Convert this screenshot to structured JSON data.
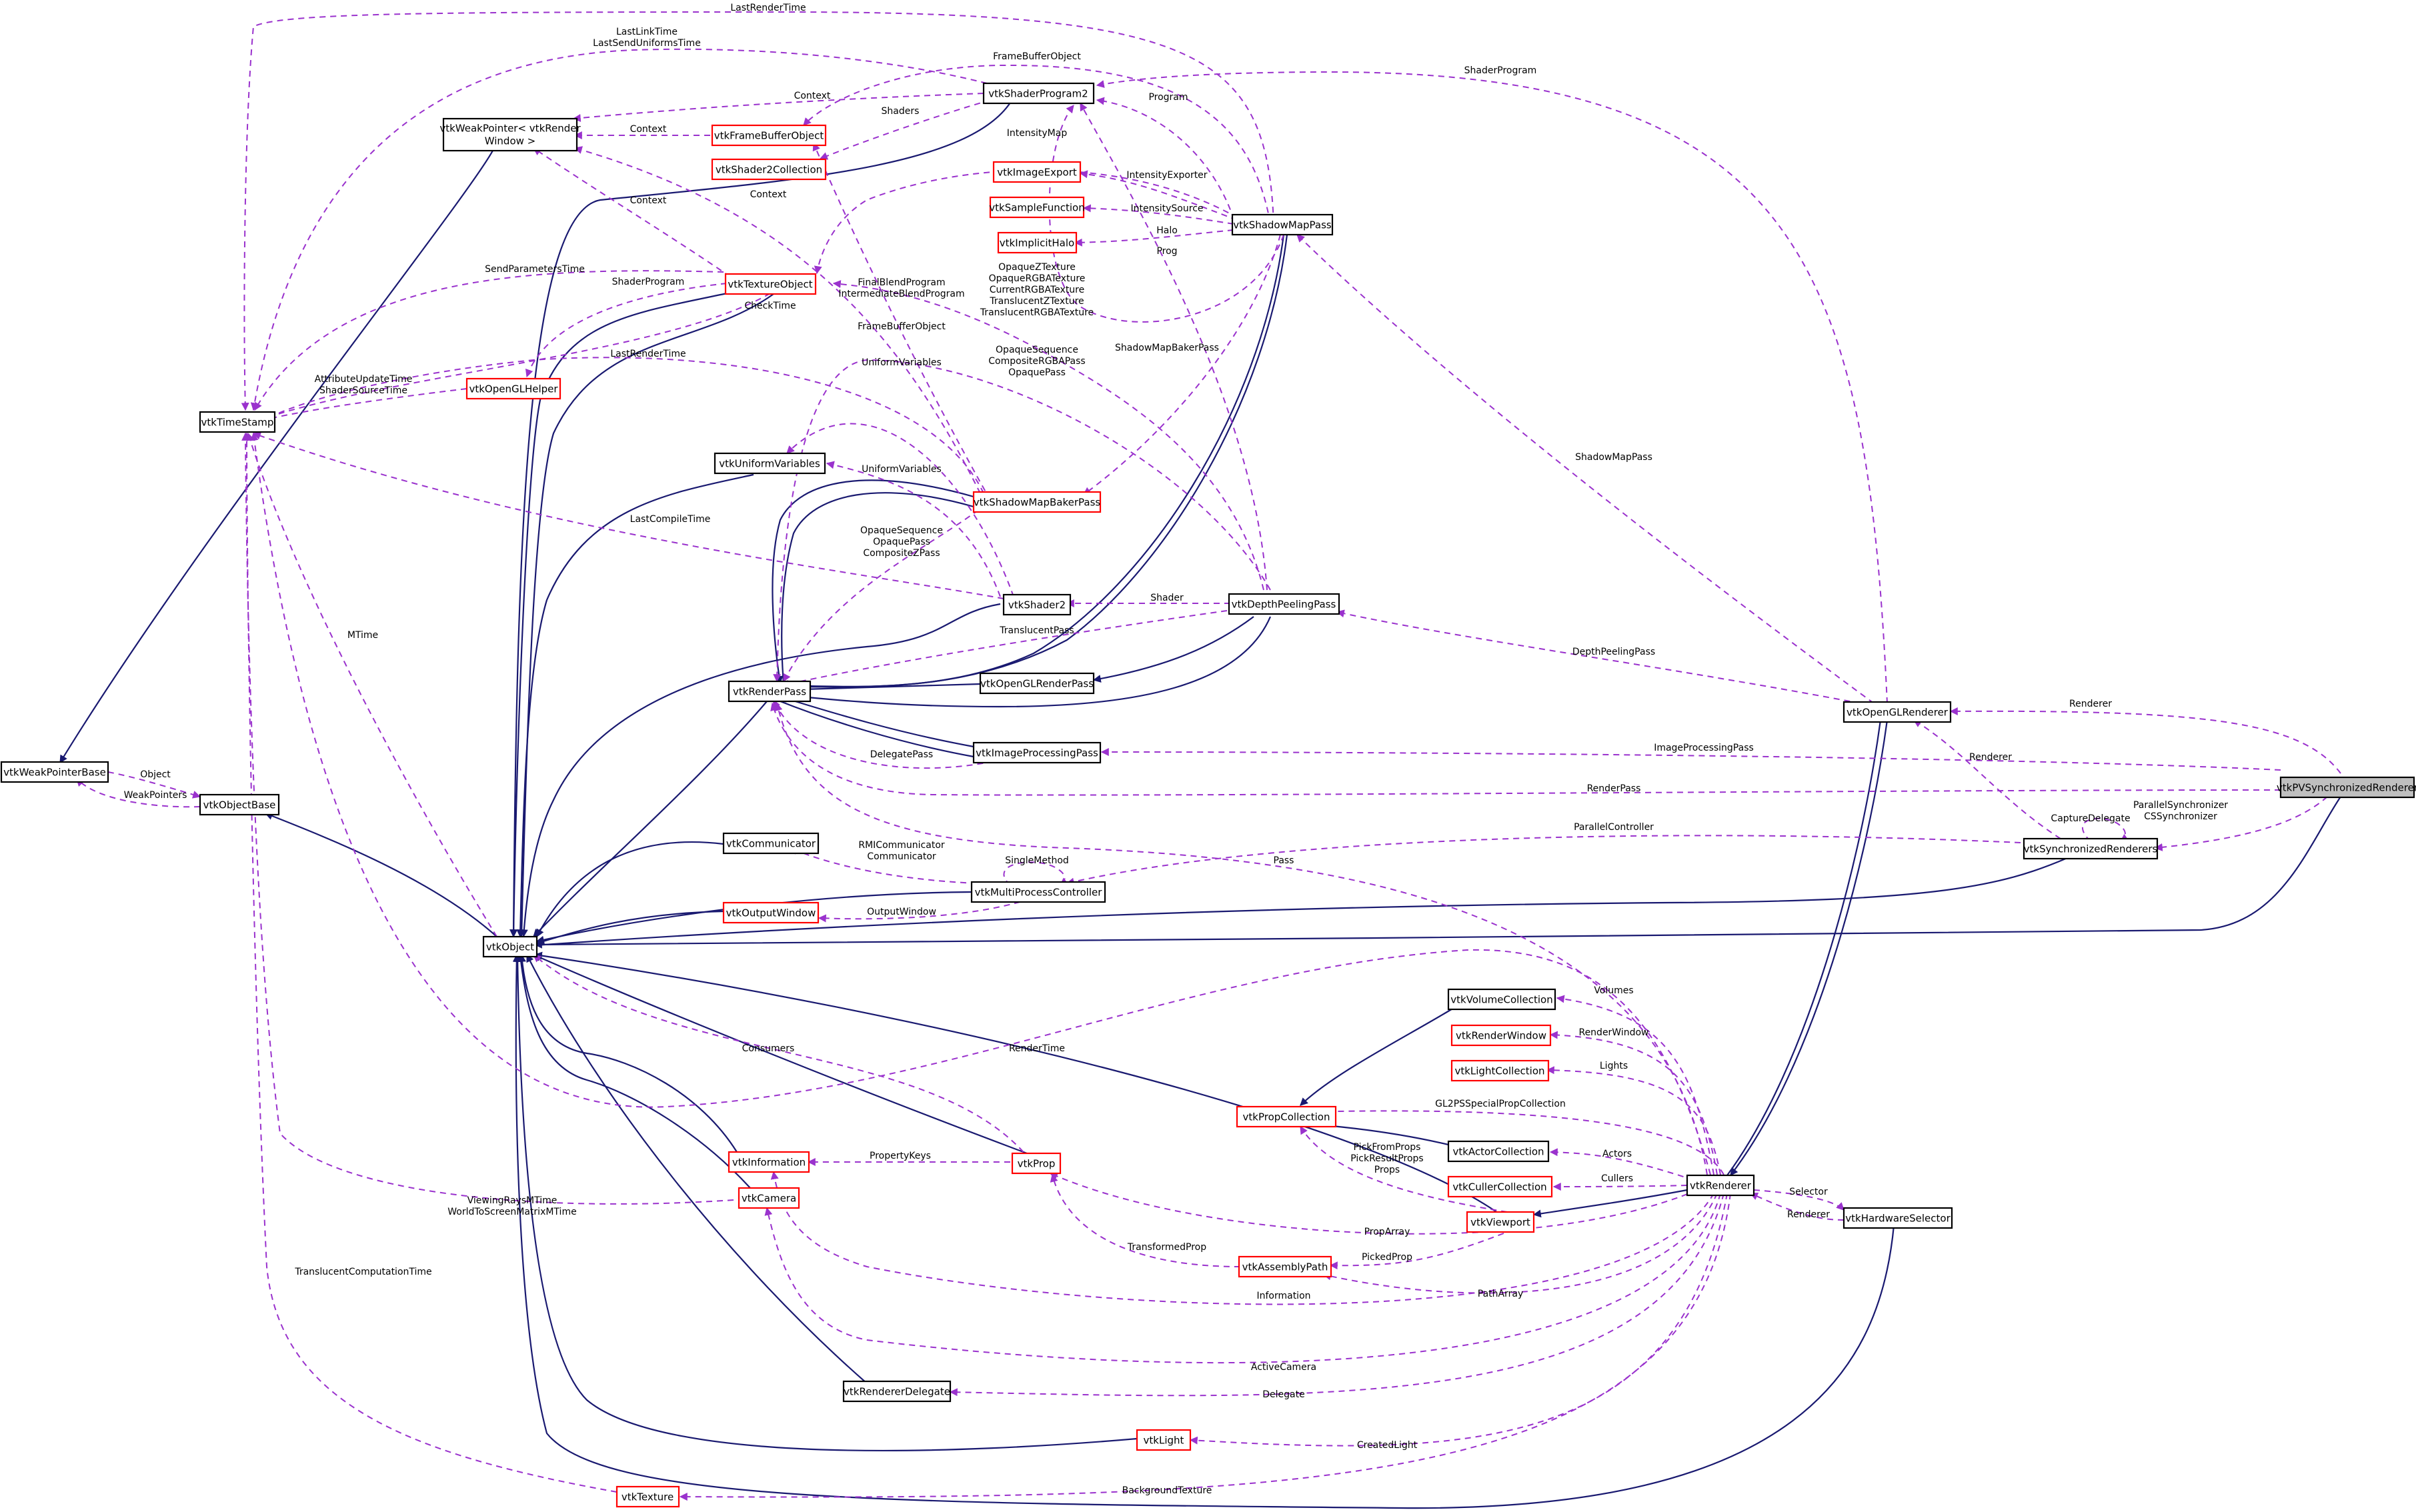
{
  "colors": {
    "inheritance": "#191970",
    "usage": "#9a32cd",
    "class_border": "#000000",
    "undocumented_border": "#ff0000",
    "highlight_fill": "#bfbfbf"
  },
  "nodes": {
    "vtkPVSynchronizedRenderer": "vtkPVSynchronizedRenderer",
    "vtkOpenGLRenderer": "vtkOpenGLRenderer",
    "vtkRenderer": "vtkRenderer",
    "vtkSynchronizedRenderers": "vtkSynchronizedRenderers",
    "vtkHardwareSelector": "vtkHardwareSelector",
    "vtkObject": "vtkObject",
    "vtkObjectBase": "vtkObjectBase",
    "vtkWeakPointerBase": "vtkWeakPointerBase",
    "vtkTimeStamp": "vtkTimeStamp",
    "vtkWeakPointerRenderWindow_1": "vtkWeakPointer< vtkRender",
    "vtkWeakPointerRenderWindow_2": "Window >",
    "vtkFrameBufferObject": "vtkFrameBufferObject",
    "vtkShader2Collection": "vtkShader2Collection",
    "vtkShaderProgram2": "vtkShaderProgram2",
    "vtkTextureObject": "vtkTextureObject",
    "vtkOpenGLHelper": "vtkOpenGLHelper",
    "vtkUniformVariables": "vtkUniformVariables",
    "vtkImageExport": "vtkImageExport",
    "vtkSampleFunction": "vtkSampleFunction",
    "vtkImplicitHalo": "vtkImplicitHalo",
    "vtkShadowMapPass": "vtkShadowMapPass",
    "vtkShadowMapBakerPass": "vtkShadowMapBakerPass",
    "vtkShader2": "vtkShader2",
    "vtkDepthPeelingPass": "vtkDepthPeelingPass",
    "vtkRenderPass": "vtkRenderPass",
    "vtkOpenGLRenderPass": "vtkOpenGLRenderPass",
    "vtkImageProcessingPass": "vtkImageProcessingPass",
    "vtkCommunicator": "vtkCommunicator",
    "vtkMultiProcessController": "vtkMultiProcessController",
    "vtkOutputWindow": "vtkOutputWindow",
    "vtkVolumeCollection": "vtkVolumeCollection",
    "vtkRenderWindow": "vtkRenderWindow",
    "vtkLightCollection": "vtkLightCollection",
    "vtkPropCollection": "vtkPropCollection",
    "vtkActorCollection": "vtkActorCollection",
    "vtkCullerCollection": "vtkCullerCollection",
    "vtkViewport": "vtkViewport",
    "vtkInformation": "vtkInformation",
    "vtkProp": "vtkProp",
    "vtkCamera": "vtkCamera",
    "vtkAssemblyPath": "vtkAssemblyPath",
    "vtkRendererDelegate": "vtkRendererDelegate",
    "vtkLight": "vtkLight",
    "vtkTexture": "vtkTexture"
  },
  "labels": {
    "LastRenderTime_top": "LastRenderTime",
    "LastLinkTime": "LastLinkTime",
    "LastSendUniformsTime": "LastSendUniformsTime",
    "FrameBufferObject_top": "FrameBufferObject",
    "ShaderProgram_top": "ShaderProgram",
    "Context_1": "Context",
    "Context_2": "Context",
    "Context_3": "Context",
    "Context_4": "Context",
    "Shaders": "Shaders",
    "Program": "Program",
    "IntensityMap": "IntensityMap",
    "IntensityExporter": "IntensityExporter",
    "IntensitySource": "IntensitySource",
    "Halo": "Halo",
    "Prog": "Prog",
    "SendParametersTime": "SendParametersTime",
    "ShaderProgram_mid": "ShaderProgram",
    "CheckTime": "CheckTime",
    "OpaqueZTexture": "OpaqueZTexture",
    "OpaqueRGBATexture": "OpaqueRGBATexture",
    "CurrentRGBATexture": "CurrentRGBATexture",
    "TranslucentZTexture": "TranslucentZTexture",
    "TranslucentRGBATexture": "TranslucentRGBATexture",
    "FinalBlendProgram": "FinalBlendProgram",
    "IntermediateBlendProgram": "IntermediateBlendProgram",
    "FrameBufferObject_mid": "FrameBufferObject",
    "ShadowMapBakerPass": "ShadowMapBakerPass",
    "LastRenderTime_mid": "LastRenderTime",
    "UniformVariables_1": "UniformVariables",
    "OpaqueSequence_1": "OpaqueSequence",
    "CompositeRGBAPass": "CompositeRGBAPass",
    "OpaquePass_1": "OpaquePass",
    "AttributeUpdateTime": "AttributeUpdateTime",
    "ShaderSourceTime": "ShaderSourceTime",
    "UniformVariables_2": "UniformVariables",
    "ShadowMapPass": "ShadowMapPass",
    "LastCompileTime": "LastCompileTime",
    "OpaqueSequence_2": "OpaqueSequence",
    "OpaquePass_2": "OpaquePass",
    "CompositeZPass": "CompositeZPass",
    "Shader": "Shader",
    "TranslucentPass": "TranslucentPass",
    "MTime": "MTime",
    "DepthPeelingPass": "DepthPeelingPass",
    "Renderer_1": "Renderer",
    "ImageProcessingPass": "ImageProcessingPass",
    "DelegatePass": "DelegatePass",
    "Renderer_2": "Renderer",
    "Object": "Object",
    "WeakPointers": "WeakPointers",
    "RenderPass": "RenderPass",
    "CaptureDelegate": "CaptureDelegate",
    "ParallelSynchronizer": "ParallelSynchronizer",
    "CSSynchronizer": "CSSynchronizer",
    "ParallelController": "ParallelController",
    "RMICommunicator": "RMICommunicator",
    "Communicator": "Communicator",
    "SingleMethod": "SingleMethod",
    "Pass": "Pass",
    "OutputWindow": "OutputWindow",
    "Volumes": "Volumes",
    "RenderWindow": "RenderWindow",
    "Lights": "Lights",
    "Consumers": "Consumers",
    "RenderTime": "RenderTime",
    "GL2PSSpecialPropCollection": "GL2PSSpecialPropCollection",
    "PickFromProps": "PickFromProps",
    "PickResultProps": "PickResultProps",
    "Props": "Props",
    "Actors": "Actors",
    "PropertyKeys": "PropertyKeys",
    "Cullers": "Cullers",
    "Selector": "Selector",
    "Renderer_3": "Renderer",
    "ViewingRaysMTime": "ViewingRaysMTime",
    "WorldToScreenMatrixMTime": "WorldToScreenMatrixMTime",
    "PropArray": "PropArray",
    "TransformedProp": "TransformedProp",
    "TranslucentComputationTime": "TranslucentComputationTime",
    "PickedProp": "PickedProp",
    "PathArray": "PathArray",
    "Information": "Information",
    "ActiveCamera": "ActiveCamera",
    "Delegate": "Delegate",
    "CreatedLight": "CreatedLight",
    "BackgroundTexture": "BackgroundTexture"
  }
}
